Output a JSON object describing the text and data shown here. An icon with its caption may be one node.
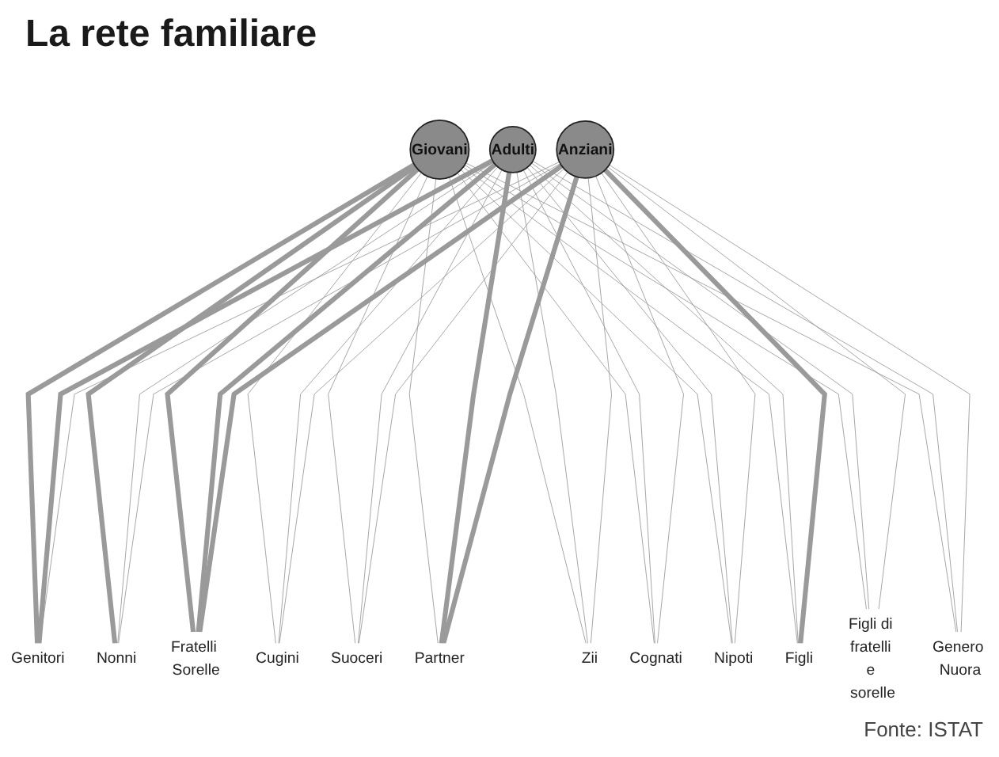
{
  "diagram": {
    "title": "La rete familiare",
    "nodes": [
      {
        "text": [
          "Giovani"
        ]
      },
      {
        "text": [
          "Adulti"
        ]
      },
      {
        "text": [
          "Anziani"
        ]
      },
      {
        "text": [
          "Genitori"
        ]
      },
      {
        "text": [
          "Nonni"
        ]
      },
      {
        "text": [
          "Fratelli Sorelle"
        ]
      },
      {
        "text": [
          "Cugini"
        ]
      },
      {
        "text": [
          "Suoceri"
        ]
      },
      {
        "text": [
          "Partner"
        ]
      },
      {
        "text": [
          "Zii"
        ]
      },
      {
        "text": [
          "Cognati"
        ]
      },
      {
        "text": [
          "Nipoti"
        ]
      },
      {
        "text": [
          "Figli"
        ]
      },
      {
        "text": [
          "Figli di fratelli e sorelle"
        ]
      },
      {
        "text": [
          "Genero Nuora"
        ]
      }
    ],
    "edges": [
      {
        "from": 0,
        "to": 3,
        "arrow": "none",
        "style": "thick"
      },
      {
        "from": 0,
        "to": 4,
        "arrow": "none",
        "style": "thick"
      },
      {
        "from": 0,
        "to": 5,
        "arrow": "none",
        "style": "thick"
      },
      {
        "from": 0,
        "to": 6,
        "arrow": "none"
      },
      {
        "from": 0,
        "to": 7,
        "arrow": "none"
      },
      {
        "from": 0,
        "to": 8,
        "arrow": "none"
      },
      {
        "from": 0,
        "to": 9,
        "arrow": "none"
      },
      {
        "from": 0,
        "to": 10,
        "arrow": "none"
      },
      {
        "from": 0,
        "to": 11,
        "arrow": "none"
      },
      {
        "from": 0,
        "to": 12,
        "arrow": "none"
      },
      {
        "from": 0,
        "to": 13,
        "arrow": "none"
      },
      {
        "from": 0,
        "to": 14,
        "arrow": "none"
      },
      {
        "from": 1,
        "to": 3,
        "arrow": "none",
        "style": "thick"
      },
      {
        "from": 1,
        "to": 4,
        "arrow": "none"
      },
      {
        "from": 1,
        "to": 5,
        "arrow": "none",
        "style": "thick"
      },
      {
        "from": 1,
        "to": 6,
        "arrow": "none"
      },
      {
        "from": 1,
        "to": 7,
        "arrow": "none"
      },
      {
        "from": 1,
        "to": 8,
        "arrow": "none",
        "style": "thick"
      },
      {
        "from": 1,
        "to": 9,
        "arrow": "none"
      },
      {
        "from": 1,
        "to": 10,
        "arrow": "none"
      },
      {
        "from": 1,
        "to": 11,
        "arrow": "none"
      },
      {
        "from": 1,
        "to": 12,
        "arrow": "none"
      },
      {
        "from": 1,
        "to": 13,
        "arrow": "none"
      },
      {
        "from": 1,
        "to": 14,
        "arrow": "none"
      },
      {
        "from": 2,
        "to": 3,
        "arrow": "none"
      },
      {
        "from": 2,
        "to": 4,
        "arrow": "none"
      },
      {
        "from": 2,
        "to": 5,
        "arrow": "none",
        "style": "thick"
      },
      {
        "from": 2,
        "to": 6,
        "arrow": "none"
      },
      {
        "from": 2,
        "to": 7,
        "arrow": "none"
      },
      {
        "from": 2,
        "to": 8,
        "arrow": "none",
        "style": "thick"
      },
      {
        "from": 2,
        "to": 9,
        "arrow": "none"
      },
      {
        "from": 2,
        "to": 10,
        "arrow": "none"
      },
      {
        "from": 2,
        "to": 11,
        "arrow": "none"
      },
      {
        "from": 2,
        "to": 12,
        "arrow": "none",
        "style": "thick"
      },
      {
        "from": 2,
        "to": 13,
        "arrow": "none"
      },
      {
        "from": 2,
        "to": 14,
        "arrow": "none"
      }
    ],
    "labels": [
      "Fonte: ISTAT"
    ]
  }
}
